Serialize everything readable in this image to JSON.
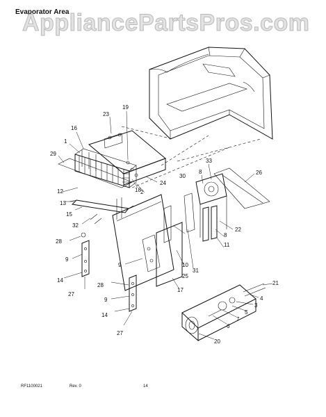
{
  "watermark": "AppliancePartsPros.com",
  "title": "Evaporator Area",
  "footer": {
    "code": "RF1100021",
    "rev": "Rev. 0",
    "page": "14"
  },
  "callouts": [
    "1",
    "2",
    "3",
    "4",
    "5",
    "6",
    "7",
    "8",
    "8",
    "9",
    "9",
    "9",
    "10",
    "11",
    "12",
    "13",
    "14",
    "14",
    "15",
    "16",
    "17",
    "18",
    "19",
    "20",
    "21",
    "22",
    "23",
    "24",
    "25",
    "26",
    "27",
    "27",
    "28",
    "28",
    "29",
    "30",
    "31",
    "32",
    "33"
  ]
}
